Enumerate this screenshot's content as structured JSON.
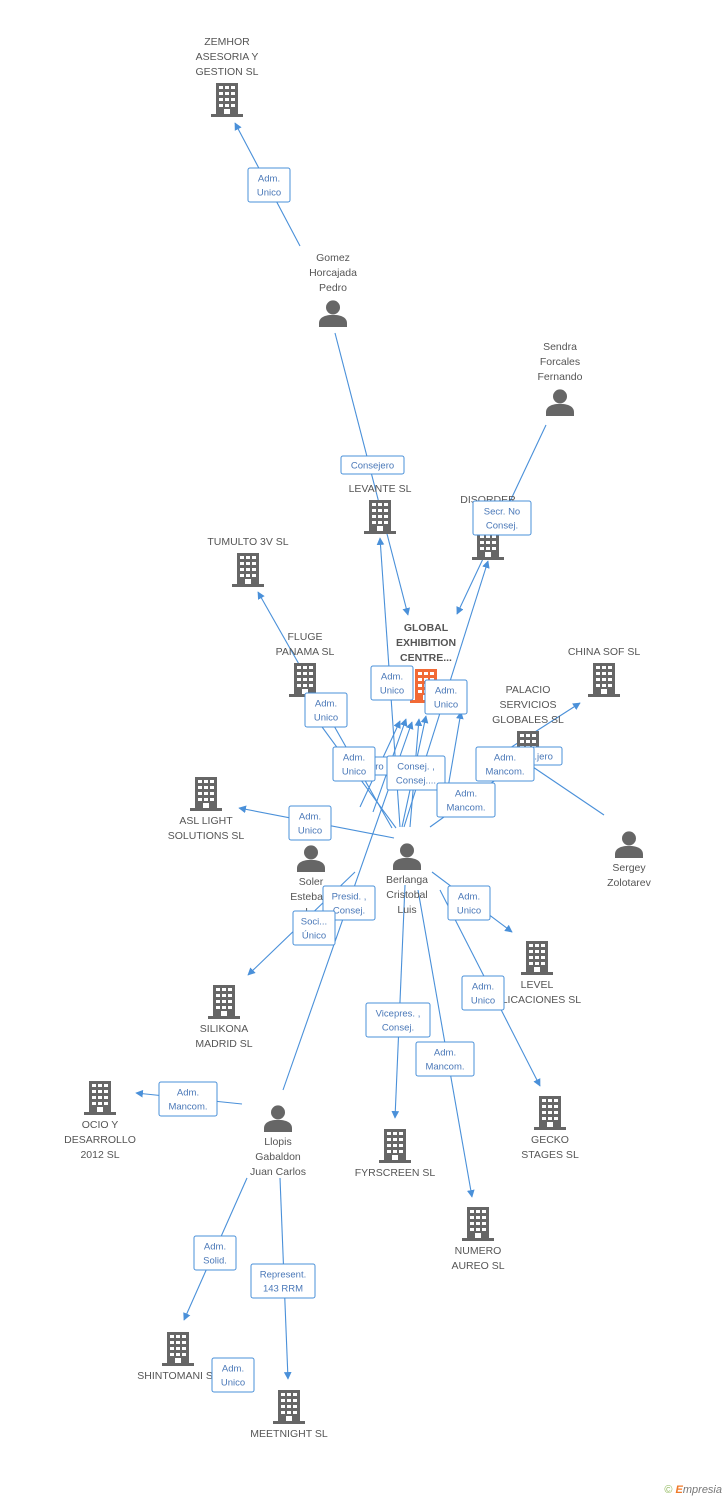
{
  "colors": {
    "edge": "#4a90d9",
    "node": "#666666",
    "focus": "#f26a36",
    "label": "#555555"
  },
  "nodes": [
    {
      "id": "zemhor",
      "type": "company",
      "lines": [
        "ZEMHOR",
        "ASESORIA Y",
        "GESTION  SL"
      ]
    },
    {
      "id": "gomez",
      "type": "person",
      "lines": [
        "Gomez",
        "Horcajada",
        "Pedro"
      ]
    },
    {
      "id": "sendra",
      "type": "person",
      "lines": [
        "Sendra",
        "Forcales",
        "Fernando"
      ]
    },
    {
      "id": "levante",
      "type": "company",
      "lines": [
        "LEVANTE  SL"
      ]
    },
    {
      "id": "disorder",
      "type": "company",
      "lines": [
        "DISORDER",
        "EVE..."
      ]
    },
    {
      "id": "tumulto",
      "type": "company",
      "lines": [
        "TUMULTO 3V  SL"
      ]
    },
    {
      "id": "global",
      "type": "focus",
      "lines": [
        "GLOBAL",
        "EXHIBITION",
        "CENTRE..."
      ]
    },
    {
      "id": "fluge",
      "type": "company",
      "lines": [
        "FLUGE",
        "PANAMA  SL"
      ]
    },
    {
      "id": "chinasof",
      "type": "company",
      "lines": [
        "CHINA SOF SL"
      ]
    },
    {
      "id": "palacio",
      "type": "company",
      "lines": [
        "PALACIO",
        "SERVICIOS",
        "GLOBALES SL"
      ]
    },
    {
      "id": "asl",
      "type": "company",
      "lines": [
        "ASL LIGHT",
        "SOLUTIONS SL"
      ]
    },
    {
      "id": "soler",
      "type": "person",
      "lines": [
        "Soler",
        "Esteba...",
        "I..."
      ]
    },
    {
      "id": "berlanga",
      "type": "person",
      "lines": [
        "Berlanga",
        "Cristobal",
        "Luis"
      ]
    },
    {
      "id": "sergey",
      "type": "person",
      "lines": [
        "Sergey",
        "Zolotarev"
      ]
    },
    {
      "id": "level",
      "type": "company",
      "lines": [
        "LEVEL",
        "...LICACIONES SL"
      ]
    },
    {
      "id": "silikona",
      "type": "company",
      "lines": [
        "SILIKONA",
        "MADRID SL"
      ]
    },
    {
      "id": "gecko",
      "type": "company",
      "lines": [
        "GECKO",
        "STAGES SL"
      ]
    },
    {
      "id": "ocio",
      "type": "company",
      "lines": [
        "OCIO Y",
        "DESARROLLO",
        "2012 SL"
      ]
    },
    {
      "id": "llopis",
      "type": "person",
      "lines": [
        "Llopis",
        "Gabaldon",
        "Juan Carlos"
      ]
    },
    {
      "id": "fyrscreen",
      "type": "company",
      "lines": [
        "FYRSCREEN  SL"
      ]
    },
    {
      "id": "numero",
      "type": "company",
      "lines": [
        "NUMERO",
        "AUREO  SL"
      ]
    },
    {
      "id": "shintomani",
      "type": "company",
      "lines": [
        "SHINTOMANI SL"
      ]
    },
    {
      "id": "meetnight",
      "type": "company",
      "lines": [
        "MEETNIGHT SL"
      ]
    }
  ],
  "relations": [
    {
      "id": "r1",
      "lines": [
        "Adm.",
        "Unico"
      ]
    },
    {
      "id": "r2",
      "lines": [
        "Consejero"
      ]
    },
    {
      "id": "r3",
      "lines": [
        "Secr.  No",
        "Consej."
      ]
    },
    {
      "id": "r4",
      "lines": [
        "Adm.",
        "Unico"
      ]
    },
    {
      "id": "r5",
      "lines": [
        "Adm.",
        "Unico"
      ]
    },
    {
      "id": "r6",
      "lines": [
        "Adm.",
        "Unico"
      ]
    },
    {
      "id": "r7",
      "lines": [
        "...ro"
      ]
    },
    {
      "id": "r8",
      "lines": [
        "Adm.",
        "Unico"
      ]
    },
    {
      "id": "r9",
      "lines": [
        "Consej. ,",
        "Consej...."
      ]
    },
    {
      "id": "r10",
      "lines": [
        "...jero"
      ]
    },
    {
      "id": "r11",
      "lines": [
        "Adm.",
        "Mancom."
      ]
    },
    {
      "id": "r12",
      "lines": [
        "Adm.",
        "Mancom."
      ]
    },
    {
      "id": "r13",
      "lines": [
        "Adm.",
        "Unico"
      ]
    },
    {
      "id": "r14",
      "lines": [
        "Presid. ,",
        "Consej."
      ]
    },
    {
      "id": "r15",
      "lines": [
        "Soci...",
        "Único"
      ]
    },
    {
      "id": "r16",
      "lines": [
        "Adm.",
        "Unico"
      ]
    },
    {
      "id": "r17",
      "lines": [
        "Adm.",
        "Unico"
      ]
    },
    {
      "id": "r18",
      "lines": [
        "Vicepres. ,",
        "Consej."
      ]
    },
    {
      "id": "r19",
      "lines": [
        "Adm.",
        "Mancom."
      ]
    },
    {
      "id": "r20",
      "lines": [
        "Adm.",
        "Mancom."
      ]
    },
    {
      "id": "r21",
      "lines": [
        "Adm.",
        "Solid."
      ]
    },
    {
      "id": "r22",
      "lines": [
        "Represent.",
        "143 RRM"
      ]
    },
    {
      "id": "r23",
      "lines": [
        "Adm.",
        "Unico"
      ]
    }
  ],
  "footer": {
    "copyright": "©",
    "brand_e": "E",
    "brand_rest": "mpresia"
  }
}
